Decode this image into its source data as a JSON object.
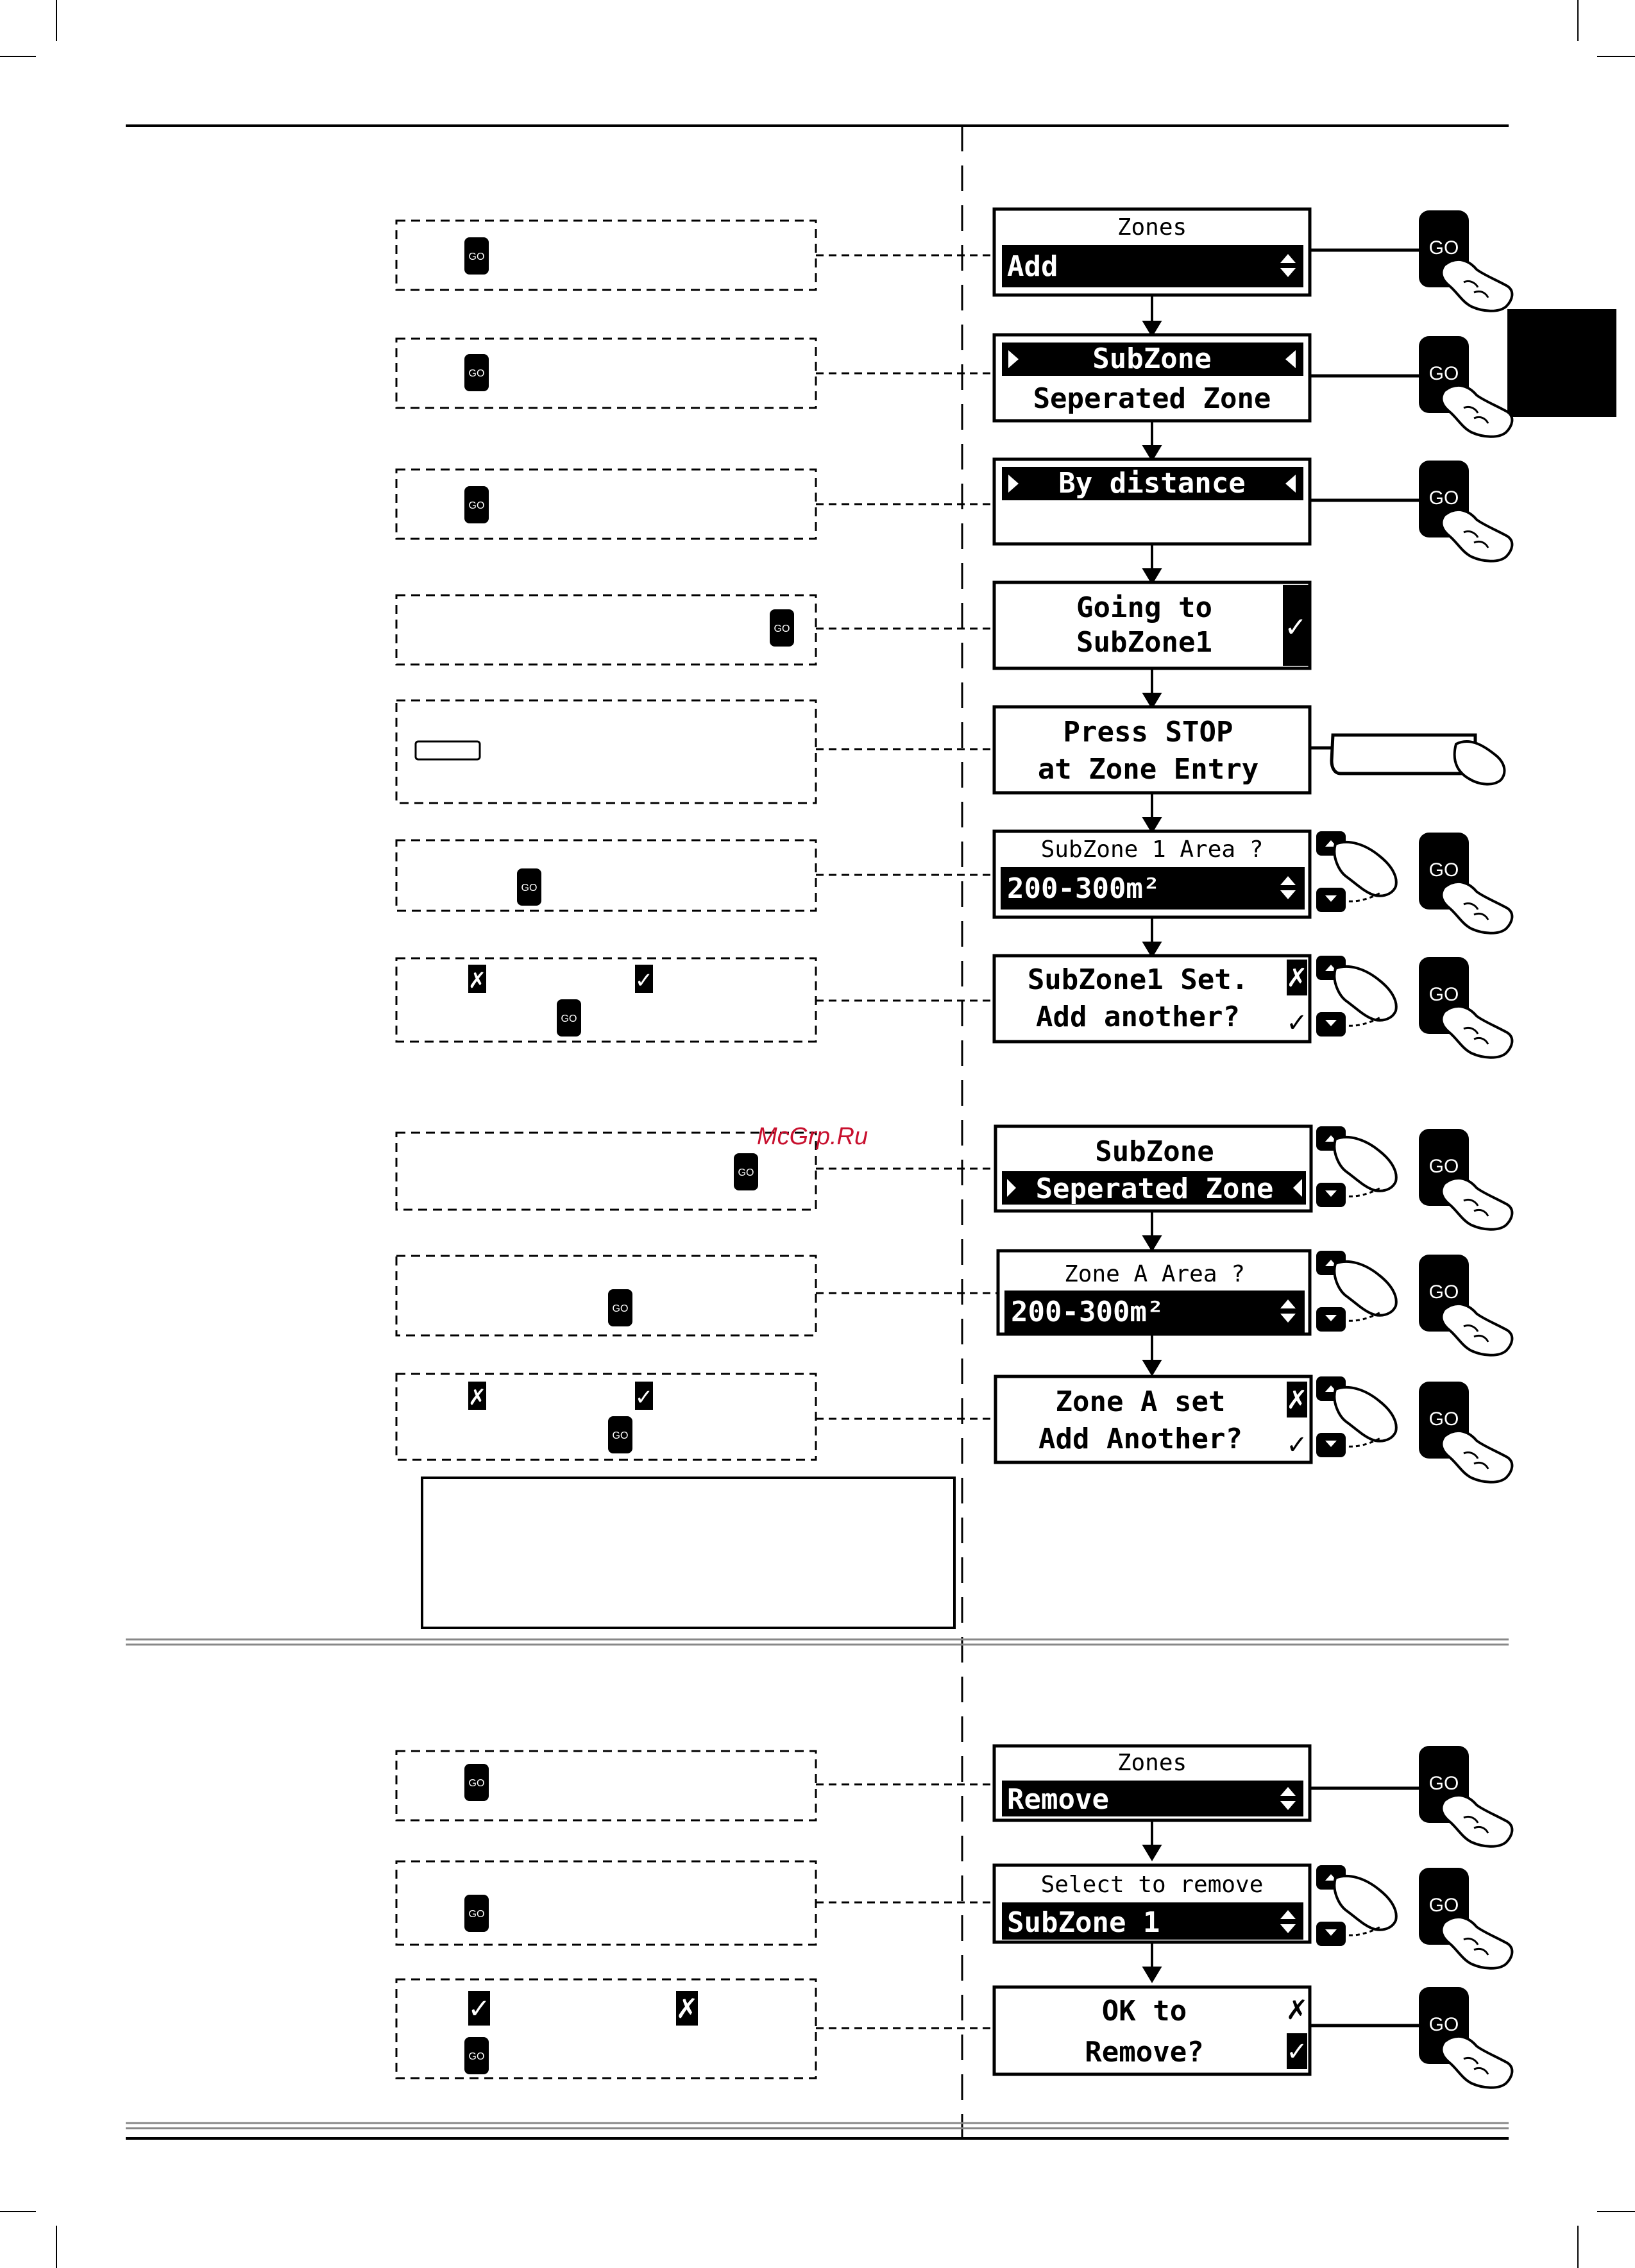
{
  "watermark": "McGrp.Ru",
  "go_label": "GO",
  "add_section": {
    "screens": [
      {
        "id": "zones-add",
        "title": "Zones",
        "value": "Add"
      },
      {
        "id": "subzone-type",
        "line1": "SubZone",
        "line2": "Seperated Zone"
      },
      {
        "id": "by-distance",
        "line1": "By distance"
      },
      {
        "id": "going-to",
        "line1": "Going to",
        "line2": "SubZone1"
      },
      {
        "id": "press-stop",
        "line1": "Press STOP",
        "line2": "at Zone Entry"
      },
      {
        "id": "subzone-area",
        "title": "SubZone 1 Area ?",
        "value": "200-300m²"
      },
      {
        "id": "subzone-set",
        "line1": "SubZone1 Set.",
        "line2": "Add another?"
      },
      {
        "id": "subzone-sep",
        "line1": "SubZone",
        "line2": "Seperated Zone"
      },
      {
        "id": "zone-a-area",
        "title": "Zone A Area ?",
        "value": "200-300m²"
      },
      {
        "id": "zone-a-set",
        "line1": "Zone A set",
        "line2": "Add  Another?"
      }
    ]
  },
  "remove_section": {
    "screens": [
      {
        "id": "zones-remove",
        "title": "Zones",
        "value": "Remove"
      },
      {
        "id": "select-remove",
        "title": "Select to remove",
        "value": "SubZone 1"
      },
      {
        "id": "ok-remove",
        "line1": "OK to",
        "line2": "Remove?"
      }
    ]
  },
  "icons": {
    "cross": "✗",
    "check": "✓"
  }
}
